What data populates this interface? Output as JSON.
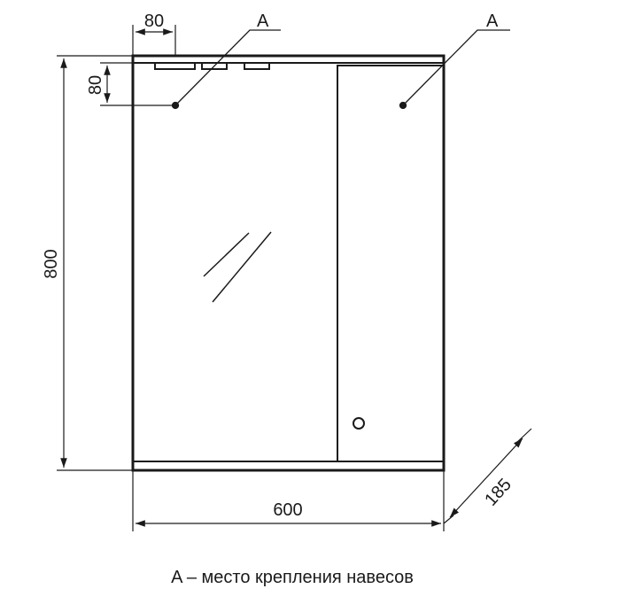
{
  "dimensions": {
    "width": "600",
    "height": "800",
    "depth": "185",
    "hinge_offset_x": "80",
    "hinge_offset_y": "80"
  },
  "labels": {
    "callout_left": "A",
    "callout_right": "A"
  },
  "caption": "A – место крепления навесов"
}
